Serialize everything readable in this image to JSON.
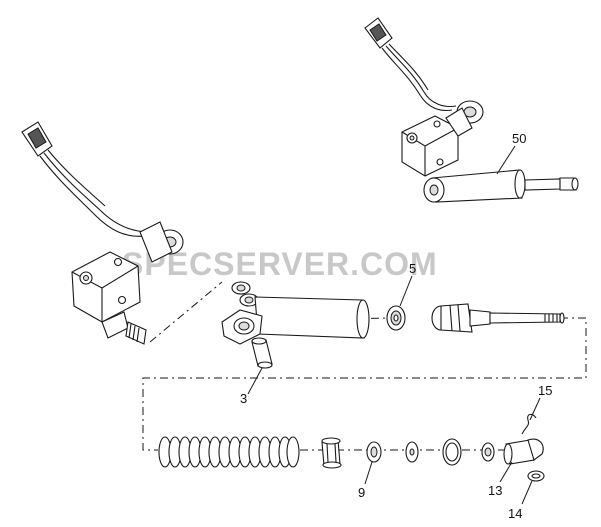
{
  "watermark": "SPECSERVER.COM",
  "callouts": {
    "c3": "3",
    "c5": "5",
    "c9": "9",
    "c13": "13",
    "c14": "14",
    "c15": "15",
    "c50": "50"
  },
  "colors": {
    "line": "#1a1a1a",
    "watermark": "#c8c8c8",
    "background": "#ffffff"
  }
}
